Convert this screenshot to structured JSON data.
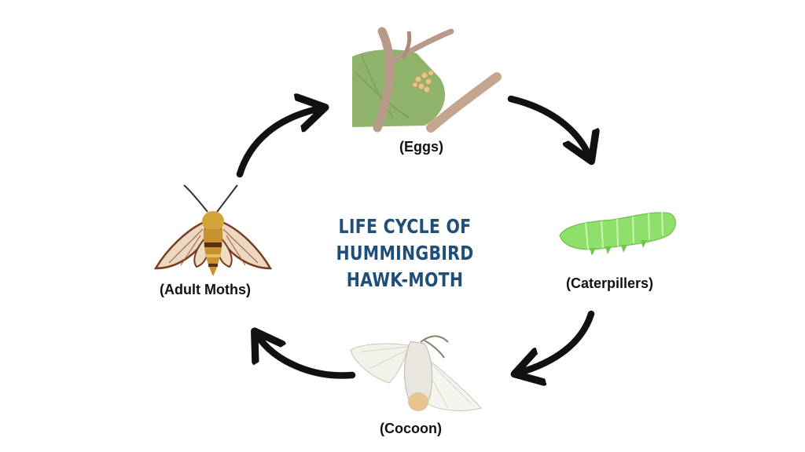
{
  "diagram": {
    "title_line1": "LIFE CYCLE OF HUMMINGBIRD",
    "title_line2": "HAWK-MOTH",
    "stages": [
      {
        "label": "(Eggs)",
        "image": "eggs-on-leaf-photo"
      },
      {
        "label": "(Caterpillers)",
        "image": "green-caterpillar-photo"
      },
      {
        "label": "(Cocoon)",
        "image": "white-moth-photo"
      },
      {
        "label": "(Adult Moths)",
        "image": "hawk-moth-photo"
      }
    ],
    "colors": {
      "title": "#1f4e79",
      "arrow": "#111111",
      "leaf": "#8fb36a",
      "caterpillar": "#8fe06a"
    }
  }
}
